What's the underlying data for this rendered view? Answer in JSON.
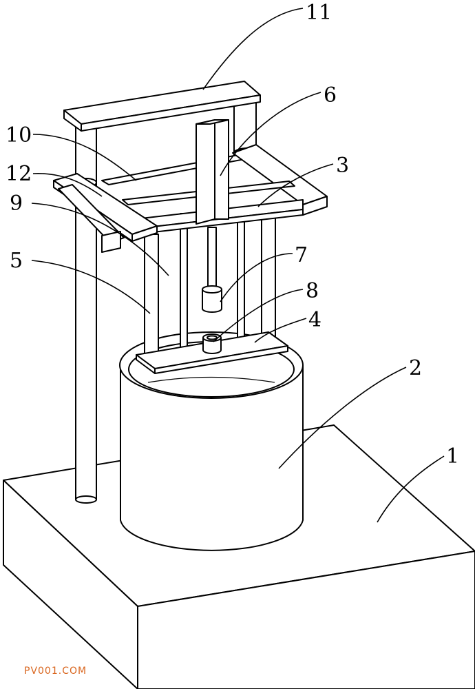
{
  "labels": [
    {
      "id": "part-11",
      "text": "11"
    },
    {
      "id": "part-6",
      "text": "6"
    },
    {
      "id": "part-10",
      "text": "10"
    },
    {
      "id": "part-3",
      "text": "3"
    },
    {
      "id": "part-12",
      "text": "12"
    },
    {
      "id": "part-9",
      "text": "9"
    },
    {
      "id": "part-5",
      "text": "5"
    },
    {
      "id": "part-7",
      "text": "7"
    },
    {
      "id": "part-8",
      "text": "8"
    },
    {
      "id": "part-4",
      "text": "4"
    },
    {
      "id": "part-2",
      "text": "2"
    },
    {
      "id": "part-1",
      "text": "1"
    }
  ],
  "watermark": "PV001.COM"
}
